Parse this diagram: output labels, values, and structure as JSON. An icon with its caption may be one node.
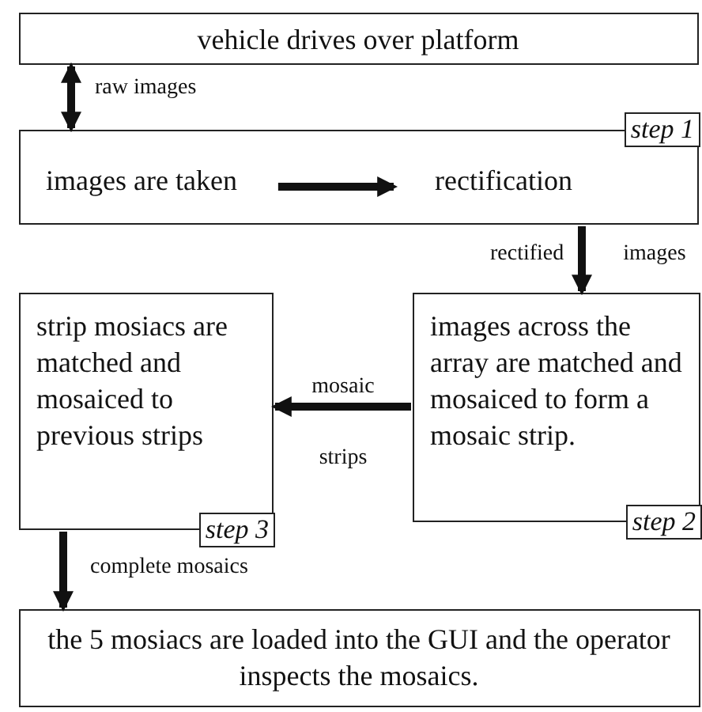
{
  "diagram": {
    "nodes": [
      {
        "text": [
          "vehicle drives over platform"
        ]
      },
      {
        "text": [
          "step 1"
        ]
      },
      {
        "text": [
          "images are taken"
        ],
        "in": 1
      },
      {
        "text": [
          "rectification"
        ],
        "in": 1
      },
      {
        "text": [
          "images across the array are matched and mosaiced to form a mosaic strip.",
          "step 2"
        ]
      },
      {
        "text": [
          "strip mosiacs are matched and mosaiced to previous strips",
          "step 3"
        ]
      },
      {
        "text": [
          "the 5 mosiacs are loaded into the GUI and the operator inspects the mosaics."
        ]
      }
    ],
    "edges": [
      {
        "from": 0,
        "to": 1,
        "arrow": "both",
        "label": "raw images"
      },
      {
        "from": 2,
        "to": 3,
        "arrow": "to"
      },
      {
        "from": 1,
        "to": 4,
        "arrow": "to",
        "label": "rectified images"
      },
      {
        "from": 4,
        "to": 5,
        "arrow": "to",
        "label": "mosaic strips"
      },
      {
        "from": 5,
        "to": 6,
        "arrow": "to",
        "label": "complete mosaics"
      }
    ]
  }
}
